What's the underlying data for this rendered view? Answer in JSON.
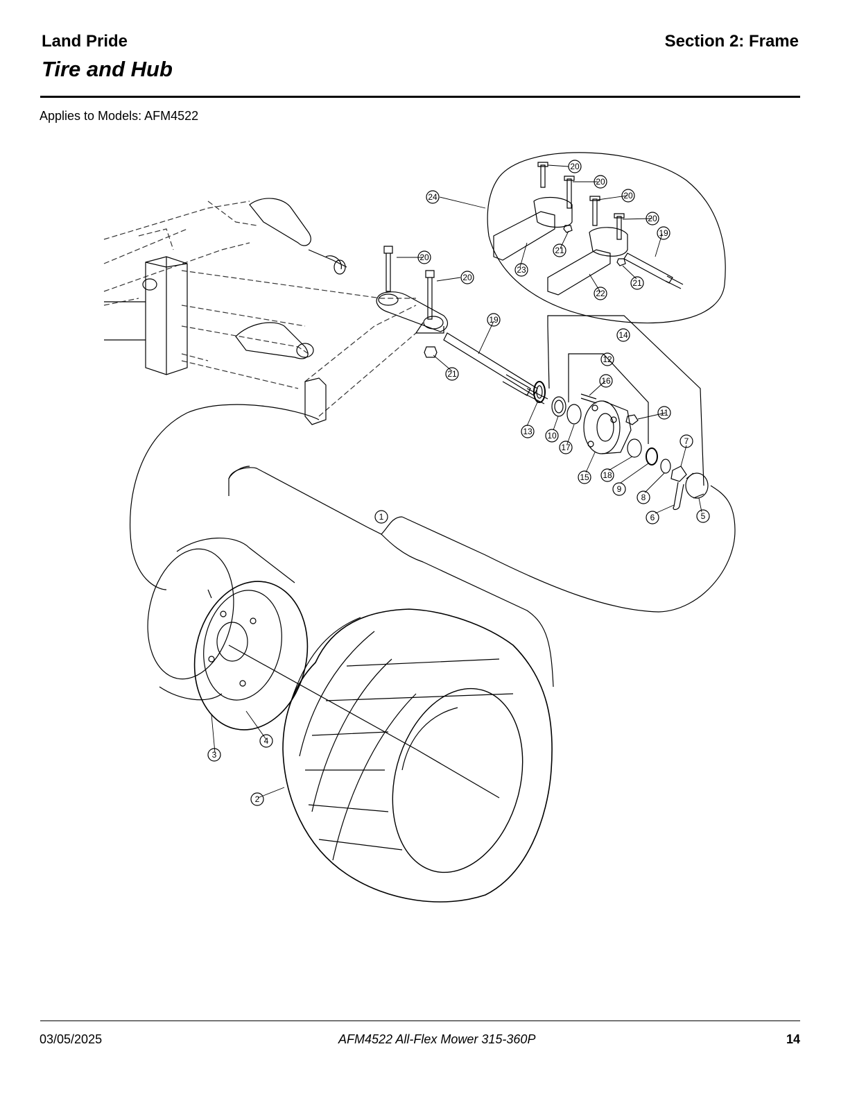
{
  "header": {
    "brand": "Land Pride",
    "section": "Section 2: Frame",
    "title": "Tire and Hub"
  },
  "applies_to": "Applies to Models: AFM4522",
  "diagram": {
    "callouts": {
      "c1": "1",
      "c2": "2",
      "c3": "3",
      "c4": "4",
      "c5": "5",
      "c6": "6",
      "c7": "7",
      "c8": "8",
      "c9": "9",
      "c10": "10",
      "c11": "11",
      "c12": "12",
      "c13": "13",
      "c14": "14",
      "c15": "15",
      "c16": "16",
      "c17": "17",
      "c18": "18",
      "c19": "19",
      "c19b": "19",
      "c20a": "20",
      "c20b": "20",
      "c20c": "20",
      "c20d": "20",
      "c20e": "20",
      "c20f": "20",
      "c21a": "21",
      "c21b": "21",
      "c21c": "21",
      "c22": "22",
      "c23": "23",
      "c24": "24"
    }
  },
  "footer": {
    "date": "03/05/2025",
    "model": "AFM4522  All-Flex Mower  315-360P",
    "page": "14"
  }
}
